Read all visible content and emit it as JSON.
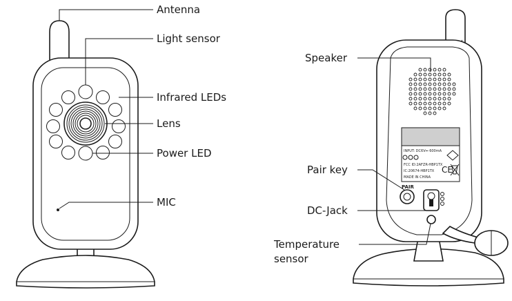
{
  "front_view": {
    "callouts": {
      "antenna": "Antenna",
      "light_sensor": "Light sensor",
      "infrared_leds": "Infrared LEDs",
      "lens": "Lens",
      "power_led": "Power LED",
      "mic": "MIC"
    }
  },
  "back_view": {
    "callouts": {
      "speaker": "Speaker",
      "pair_key": "Pair key",
      "dc_jack": "DC-Jack",
      "temperature_sensor_line1": "Temperature",
      "temperature_sensor_line2": "sensor"
    },
    "label_text": {
      "input": "INPUT: DC6V⎓ 600mA",
      "fcc": "FCC ID:2AFZR-HBP1TX",
      "ic": "IC:20674-HBP1TX",
      "made_in": "MADE IN CHINA",
      "pair": "PAIR",
      "ce": "CE"
    }
  }
}
